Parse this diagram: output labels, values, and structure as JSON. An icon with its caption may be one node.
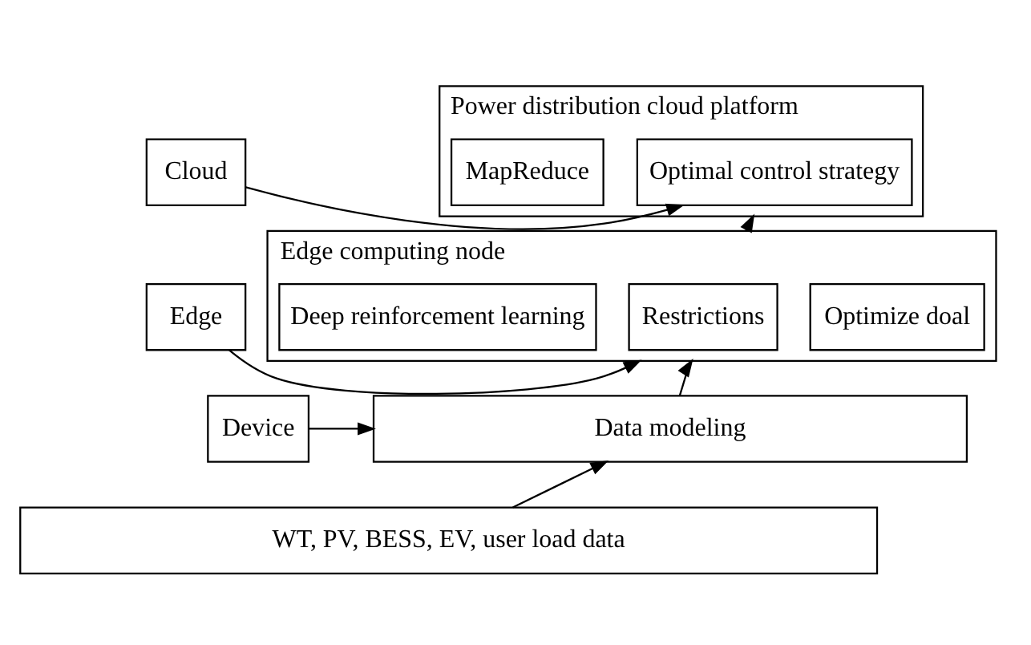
{
  "diagram": {
    "nodes": [
      {
        "text": [
          "Cloud"
        ]
      },
      {
        "text": [
          "Power distribution cloud platform"
        ]
      },
      {
        "text": [
          "Optimal control strategy"
        ],
        "in": 1
      },
      {
        "text": [
          "MapReduce"
        ],
        "in": 1
      },
      {
        "text": [
          "Edge"
        ]
      },
      {
        "text": [
          "Edge computing node"
        ]
      },
      {
        "text": [
          "Optimize doal"
        ],
        "in": 5
      },
      {
        "text": [
          "Restrictions"
        ],
        "in": 5
      },
      {
        "text": [
          "Deep reinforcement learning"
        ],
        "in": 5
      },
      {
        "text": [
          "Device"
        ]
      },
      {
        "text": [
          "Data modeling"
        ]
      },
      {
        "text": [
          "WT, PV, BESS, EV, user load data"
        ]
      }
    ],
    "edges": [
      {
        "from": 0,
        "to": 2,
        "arrow": "to"
      },
      {
        "from": 4,
        "to": 5,
        "arrow": "to"
      },
      {
        "from": 9,
        "to": 10,
        "arrow": "to"
      },
      {
        "from": 11,
        "to": 10,
        "arrow": "to"
      },
      {
        "from": 10,
        "to": 5,
        "arrow": "to"
      },
      {
        "from": 5,
        "to": 1,
        "arrow": "to"
      }
    ]
  }
}
